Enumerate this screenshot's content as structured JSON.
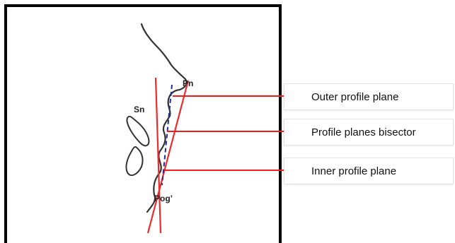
{
  "diagram": {
    "landmarks": {
      "pn": "Pn",
      "sn": "Sn",
      "pog": "Pog’"
    },
    "callouts": [
      {
        "label": "Outer profile plane"
      },
      {
        "label": "Profile planes bisector"
      },
      {
        "label": "Inner profile plane"
      }
    ],
    "colors": {
      "frame": "#000000",
      "plane_lines": "#ee2b2b",
      "bisector": "#1f2f9c",
      "profile_trace": "#333333",
      "arrows": "#ee1c1c"
    }
  }
}
